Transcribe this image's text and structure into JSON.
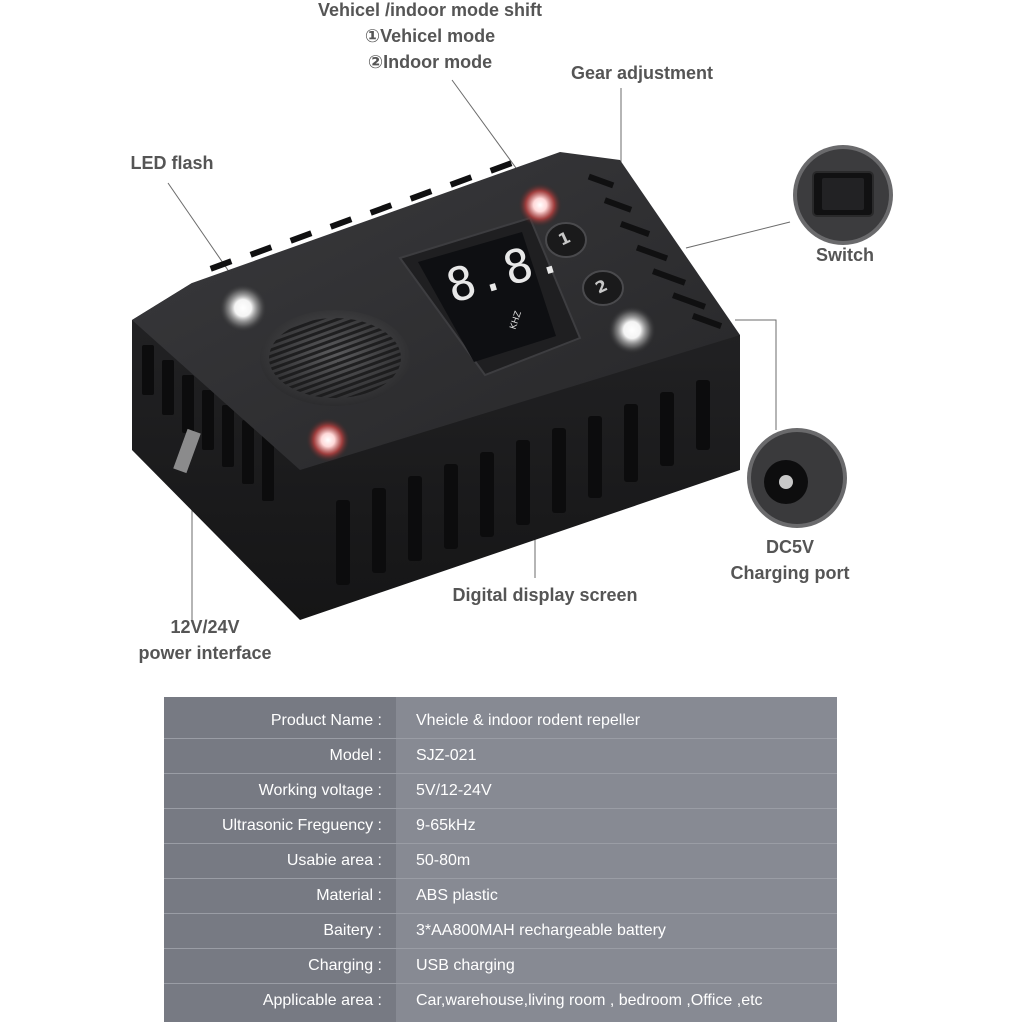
{
  "callouts": {
    "mode_shift_title": "Vehicel /indoor mode shift",
    "mode_1": "①Vehicel mode",
    "mode_2": "②Indoor mode",
    "gear": "Gear adjustment",
    "led_flash": "LED flash",
    "switch": "Switch",
    "dc5v": "DC5V",
    "charging_port": "Charging port",
    "display_screen": "Digital display screen",
    "power_line1": "12V/24V",
    "power_line2": "power interface"
  },
  "display": {
    "digits": "8.8.",
    "unit": "KHZ"
  },
  "buttons": {
    "mode1_label": "1",
    "mode2_label": "2"
  },
  "specs": [
    {
      "key": "Product Name :",
      "value": "Vheicle & indoor rodent repeller"
    },
    {
      "key": "Model  :",
      "value": "SJZ-021"
    },
    {
      "key": "Working voltage :",
      "value": "5V/12-24V"
    },
    {
      "key": "Ultrasonic Freguency :",
      "value": "9-65kHz"
    },
    {
      "key": "Usabie area :",
      "value": "50-80m"
    },
    {
      "key": "Material :",
      "value": "ABS plastic"
    },
    {
      "key": "Baitery :",
      "value": "3*AA800MAH rechargeable battery"
    },
    {
      "key": "Charging :",
      "value": "USB charging"
    },
    {
      "key": "Applicable area :",
      "value": "Car,warehouse,living room , bedroom ,Office ,etc"
    }
  ],
  "colors": {
    "callout_text": "#555555",
    "table_left": "#777a83",
    "table_right": "#878a93",
    "device_body": "#2a2a2c",
    "display_bg": "#0e0f12"
  }
}
